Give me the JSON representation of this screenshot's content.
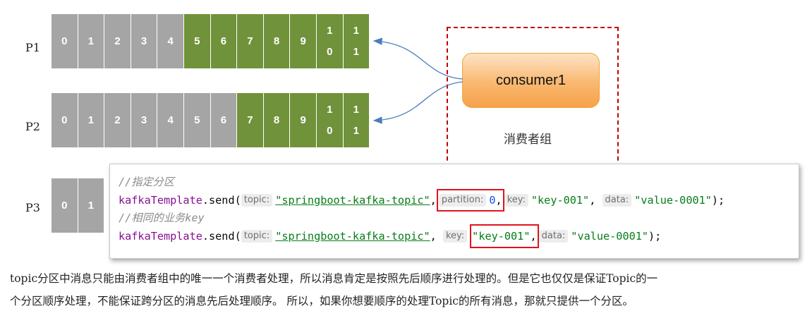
{
  "partitions": [
    {
      "label": "P1",
      "cells": [
        "0",
        "1",
        "2",
        "3",
        "4",
        "5",
        "6",
        "7",
        "8",
        "9"
      ],
      "split_cells": [
        [
          "1",
          "0"
        ],
        [
          "1",
          "1"
        ]
      ],
      "gray_count": 5
    },
    {
      "label": "P2",
      "cells": [
        "0",
        "1",
        "2",
        "3",
        "4",
        "5",
        "6",
        "7",
        "8",
        "9"
      ],
      "split_cells": [
        [
          "1",
          "0"
        ],
        [
          "1",
          "1"
        ]
      ],
      "gray_count": 7
    },
    {
      "label": "P3",
      "cells": [
        "0",
        "1"
      ]
    }
  ],
  "consumer": {
    "label": "consumer1"
  },
  "consumer_group": {
    "label": "消费者组"
  },
  "colors": {
    "consumed": "#a5a5a5",
    "pending": "#70923a",
    "group_border": "#c00000",
    "arrow": "#4a7ebb"
  },
  "code": {
    "comment1": "//指定分区",
    "comment2": "//相同的业务key",
    "obj": "kafkaTemplate",
    "method": ".send(",
    "topic_hint": "topic:",
    "topic_value": "\"springboot-kafka-topic\"",
    "comma": ",",
    "partition_hint": "partition:",
    "partition_value": "0",
    "key_hint": "key:",
    "key_value": "\"key-001\"",
    "data_hint": "data:",
    "data_value": "\"value-0001\"",
    "close": ");"
  },
  "paragraph": {
    "line1": "topic分区中消息只能由消费者组中的唯一一个消费者处理，所以消息肯定是按照先后顺序进行处理的。但是它也仅仅是保证Topic的一",
    "line2": "个分区顺序处理，不能保证跨分区的消息先后处理顺序。 所以，如果你想要顺序的处理Topic的所有消息，那就只提供一个分区。"
  }
}
